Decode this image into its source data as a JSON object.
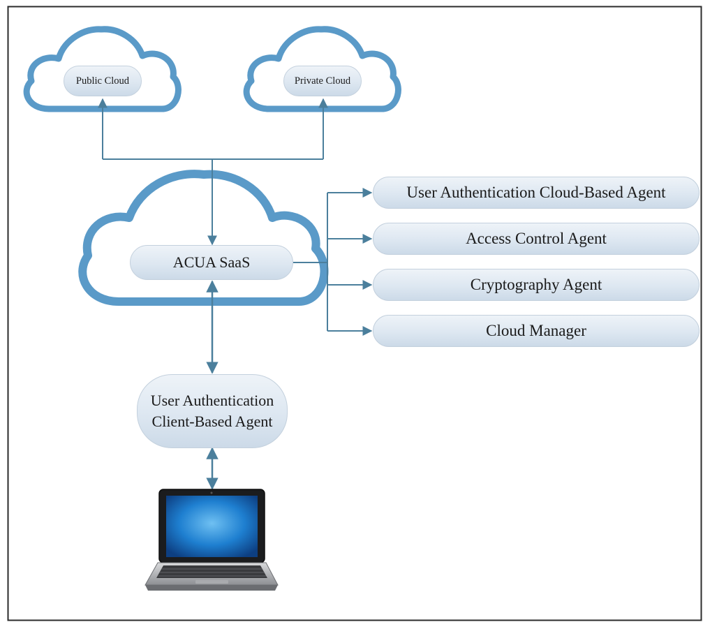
{
  "diagram": {
    "public_cloud_label": "Public Cloud",
    "private_cloud_label": "Private Cloud",
    "saas_label": "ACUA SaaS",
    "agents": [
      "User Authentication Cloud-Based Agent",
      "Access Control Agent",
      "Cryptography Agent",
      "Cloud Manager"
    ],
    "client_agent_label_line1": "User Authentication",
    "client_agent_label_line2": "Client-Based Agent",
    "device_icon": "laptop-icon",
    "colors": {
      "cloud_outline": "#5a9ac8",
      "connector": "#4b7f9c",
      "node_fill": "#dde7f1",
      "laptop_screen": "#1e7fd0"
    }
  }
}
